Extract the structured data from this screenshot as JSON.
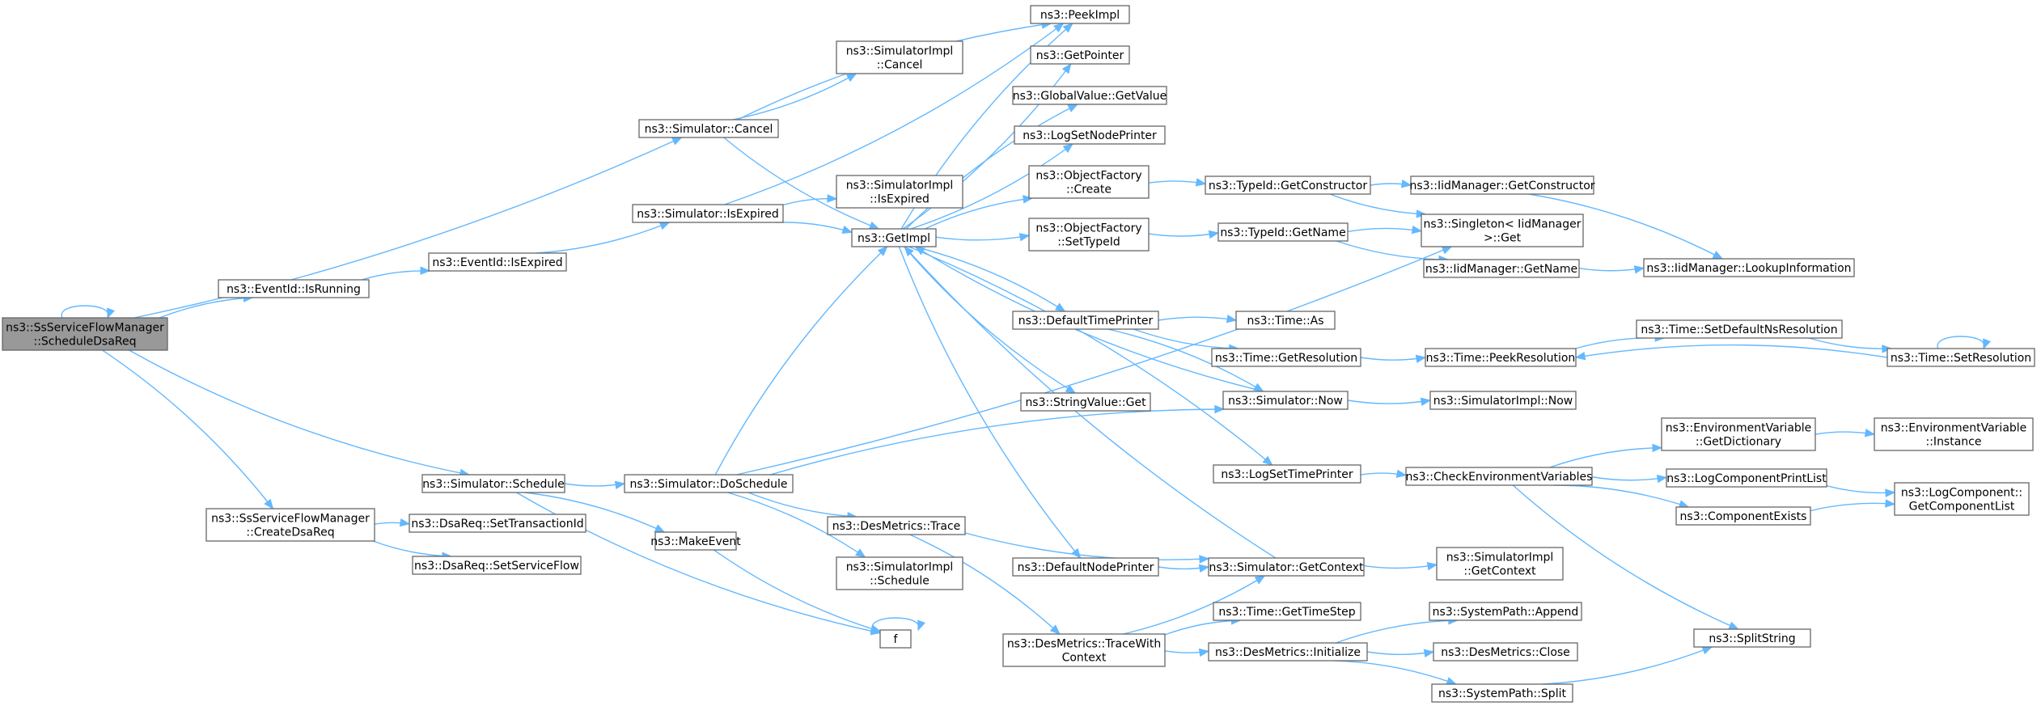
{
  "diagram": {
    "colors": {
      "edge": "#63b8ff",
      "node_border": "#666666",
      "root_fill": "#999999",
      "node_fill": "#ffffff"
    },
    "nodes": [
      {
        "id": "root",
        "lines": [
          "ns3::SsServiceFlowManager",
          "::ScheduleDsaReq"
        ],
        "root": true
      },
      {
        "id": "simCancel",
        "lines": [
          "ns3::Simulator::Cancel"
        ]
      },
      {
        "id": "eventIsRunning",
        "lines": [
          "ns3::EventId::IsRunning"
        ]
      },
      {
        "id": "simSchedule",
        "lines": [
          "ns3::Simulator::Schedule"
        ]
      },
      {
        "id": "createDsaReq",
        "lines": [
          "ns3::SsServiceFlowManager",
          "::CreateDsaReq"
        ]
      },
      {
        "id": "implCancel",
        "lines": [
          "ns3::SimulatorImpl",
          "::Cancel"
        ]
      },
      {
        "id": "simIsExpired",
        "lines": [
          "ns3::Simulator::IsExpired"
        ]
      },
      {
        "id": "eventIsExpired",
        "lines": [
          "ns3::EventId::IsExpired"
        ]
      },
      {
        "id": "implIsExpired",
        "lines": [
          "ns3::SimulatorImpl",
          "::IsExpired"
        ]
      },
      {
        "id": "getImpl",
        "lines": [
          "ns3::GetImpl"
        ]
      },
      {
        "id": "doSchedule",
        "lines": [
          "ns3::Simulator::DoSchedule"
        ]
      },
      {
        "id": "makeEvent",
        "lines": [
          "ns3::MakeEvent"
        ]
      },
      {
        "id": "setTransactionId",
        "lines": [
          "ns3::DsaReq::SetTransactionId"
        ]
      },
      {
        "id": "setServiceFlow",
        "lines": [
          "ns3::DsaReq::SetServiceFlow"
        ]
      },
      {
        "id": "desTrace",
        "lines": [
          "ns3::DesMetrics::Trace"
        ]
      },
      {
        "id": "implSchedule",
        "lines": [
          "ns3::SimulatorImpl",
          "::Schedule"
        ]
      },
      {
        "id": "f",
        "lines": [
          "f"
        ]
      },
      {
        "id": "peekImpl",
        "lines": [
          "ns3::PeekImpl"
        ]
      },
      {
        "id": "getPointer",
        "lines": [
          "ns3::GetPointer"
        ]
      },
      {
        "id": "globalGetValue",
        "lines": [
          "ns3::GlobalValue::GetValue"
        ]
      },
      {
        "id": "logSetNodePrinter",
        "lines": [
          "ns3::LogSetNodePrinter"
        ]
      },
      {
        "id": "ofCreate",
        "lines": [
          "ns3::ObjectFactory",
          "::Create"
        ]
      },
      {
        "id": "ofSetTypeId",
        "lines": [
          "ns3::ObjectFactory",
          "::SetTypeId"
        ]
      },
      {
        "id": "defaultTimePrinter",
        "lines": [
          "ns3::DefaultTimePrinter"
        ]
      },
      {
        "id": "stringGet",
        "lines": [
          "ns3::StringValue::Get"
        ]
      },
      {
        "id": "defaultNodePrinter",
        "lines": [
          "ns3::DefaultNodePrinter"
        ]
      },
      {
        "id": "traceWithContext",
        "lines": [
          "ns3::DesMetrics::TraceWith",
          "Context"
        ]
      },
      {
        "id": "typeGetConstructor",
        "lines": [
          "ns3::TypeId::GetConstructor"
        ]
      },
      {
        "id": "typeGetName",
        "lines": [
          "ns3::TypeId::GetName"
        ]
      },
      {
        "id": "timeAs",
        "lines": [
          "ns3::Time::As"
        ]
      },
      {
        "id": "timeGetResolution",
        "lines": [
          "ns3::Time::GetResolution"
        ]
      },
      {
        "id": "simNow",
        "lines": [
          "ns3::Simulator::Now"
        ]
      },
      {
        "id": "logSetTimePrinter",
        "lines": [
          "ns3::LogSetTimePrinter"
        ]
      },
      {
        "id": "simGetContext",
        "lines": [
          "ns3::Simulator::GetContext"
        ]
      },
      {
        "id": "timeGetTimeStep",
        "lines": [
          "ns3::Time::GetTimeStep"
        ]
      },
      {
        "id": "desInitialize",
        "lines": [
          "ns3::DesMetrics::Initialize"
        ]
      },
      {
        "id": "iidGetConstructor",
        "lines": [
          "ns3::IidManager::GetConstructor"
        ]
      },
      {
        "id": "singletonGet",
        "lines": [
          "ns3::Singleton< IidManager",
          ">::Get"
        ]
      },
      {
        "id": "iidGetName",
        "lines": [
          "ns3::IidManager::GetName"
        ]
      },
      {
        "id": "timePeekResolution",
        "lines": [
          "ns3::Time::PeekResolution"
        ]
      },
      {
        "id": "implNow",
        "lines": [
          "ns3::SimulatorImpl::Now"
        ]
      },
      {
        "id": "checkEnv",
        "lines": [
          "ns3::CheckEnvironmentVariables"
        ]
      },
      {
        "id": "implGetContext",
        "lines": [
          "ns3::SimulatorImpl",
          "::GetContext"
        ]
      },
      {
        "id": "sysAppend",
        "lines": [
          "ns3::SystemPath::Append"
        ]
      },
      {
        "id": "desClose",
        "lines": [
          "ns3::DesMetrics::Close"
        ]
      },
      {
        "id": "sysSplit",
        "lines": [
          "ns3::SystemPath::Split"
        ]
      },
      {
        "id": "iidLookup",
        "lines": [
          "ns3::IidManager::LookupInformation"
        ]
      },
      {
        "id": "setDefaultNs",
        "lines": [
          "ns3::Time::SetDefaultNsResolution"
        ]
      },
      {
        "id": "setResolution",
        "lines": [
          "ns3::Time::SetResolution"
        ]
      },
      {
        "id": "envGetDictionary",
        "lines": [
          "ns3::EnvironmentVariable",
          "::GetDictionary"
        ]
      },
      {
        "id": "logComponentPrintList",
        "lines": [
          "ns3::LogComponentPrintList"
        ]
      },
      {
        "id": "componentExists",
        "lines": [
          "ns3::ComponentExists"
        ]
      },
      {
        "id": "splitString",
        "lines": [
          "ns3::SplitString"
        ]
      },
      {
        "id": "envInstance",
        "lines": [
          "ns3::EnvironmentVariable",
          "::Instance"
        ]
      },
      {
        "id": "logGetComponentList",
        "lines": [
          "ns3::LogComponent::",
          "GetComponentList"
        ]
      }
    ],
    "edges": [
      [
        "root",
        "root"
      ],
      [
        "root",
        "simCancel"
      ],
      [
        "root",
        "eventIsRunning"
      ],
      [
        "root",
        "simSchedule"
      ],
      [
        "root",
        "createDsaReq"
      ],
      [
        "simCancel",
        "implCancel"
      ],
      [
        "simCancel",
        "peekImpl"
      ],
      [
        "simCancel",
        "getImpl"
      ],
      [
        "eventIsRunning",
        "eventIsExpired"
      ],
      [
        "eventIsExpired",
        "simIsExpired"
      ],
      [
        "simIsExpired",
        "implIsExpired"
      ],
      [
        "simIsExpired",
        "peekImpl"
      ],
      [
        "simIsExpired",
        "getImpl"
      ],
      [
        "simSchedule",
        "doSchedule"
      ],
      [
        "simSchedule",
        "makeEvent"
      ],
      [
        "simSchedule",
        "f"
      ],
      [
        "createDsaReq",
        "setTransactionId"
      ],
      [
        "createDsaReq",
        "setServiceFlow"
      ],
      [
        "doSchedule",
        "getImpl"
      ],
      [
        "doSchedule",
        "singletonGet"
      ],
      [
        "doSchedule",
        "simNow"
      ],
      [
        "doSchedule",
        "desTrace"
      ],
      [
        "doSchedule",
        "implSchedule"
      ],
      [
        "makeEvent",
        "f"
      ],
      [
        "f",
        "f"
      ],
      [
        "desTrace",
        "simGetContext"
      ],
      [
        "desTrace",
        "traceWithContext"
      ],
      [
        "traceWithContext",
        "simGetContext"
      ],
      [
        "traceWithContext",
        "timeGetTimeStep"
      ],
      [
        "traceWithContext",
        "desInitialize"
      ],
      [
        "getImpl",
        "peekImpl"
      ],
      [
        "getImpl",
        "getPointer"
      ],
      [
        "getImpl",
        "globalGetValue"
      ],
      [
        "getImpl",
        "logSetNodePrinter"
      ],
      [
        "getImpl",
        "ofCreate"
      ],
      [
        "getImpl",
        "ofSetTypeId"
      ],
      [
        "getImpl",
        "defaultTimePrinter"
      ],
      [
        "getImpl",
        "stringGet"
      ],
      [
        "getImpl",
        "logSetTimePrinter"
      ],
      [
        "getImpl",
        "defaultNodePrinter"
      ],
      [
        "ofCreate",
        "typeGetConstructor"
      ],
      [
        "ofSetTypeId",
        "typeGetName"
      ],
      [
        "typeGetConstructor",
        "iidGetConstructor"
      ],
      [
        "typeGetConstructor",
        "singletonGet"
      ],
      [
        "typeGetName",
        "singletonGet"
      ],
      [
        "typeGetName",
        "iidGetName"
      ],
      [
        "iidGetConstructor",
        "iidLookup"
      ],
      [
        "iidGetName",
        "iidLookup"
      ],
      [
        "defaultTimePrinter",
        "timeAs"
      ],
      [
        "defaultTimePrinter",
        "timeGetResolution"
      ],
      [
        "defaultTimePrinter",
        "simNow"
      ],
      [
        "timeGetResolution",
        "timePeekResolution"
      ],
      [
        "timePeekResolution",
        "setDefaultNs"
      ],
      [
        "setDefaultNs",
        "setResolution"
      ],
      [
        "setResolution",
        "setResolution"
      ],
      [
        "setResolution",
        "timePeekResolution"
      ],
      [
        "simNow",
        "getImpl"
      ],
      [
        "simNow",
        "implNow"
      ],
      [
        "logSetTimePrinter",
        "checkEnv"
      ],
      [
        "defaultNodePrinter",
        "simGetContext"
      ],
      [
        "simGetContext",
        "getImpl"
      ],
      [
        "simGetContext",
        "implGetContext"
      ],
      [
        "desInitialize",
        "sysAppend"
      ],
      [
        "desInitialize",
        "desClose"
      ],
      [
        "desInitialize",
        "sysSplit"
      ],
      [
        "sysSplit",
        "splitString"
      ],
      [
        "checkEnv",
        "envGetDictionary"
      ],
      [
        "checkEnv",
        "logComponentPrintList"
      ],
      [
        "checkEnv",
        "componentExists"
      ],
      [
        "checkEnv",
        "splitString"
      ],
      [
        "envGetDictionary",
        "envInstance"
      ],
      [
        "logComponentPrintList",
        "logGetComponentList"
      ],
      [
        "componentExists",
        "logGetComponentList"
      ]
    ]
  }
}
